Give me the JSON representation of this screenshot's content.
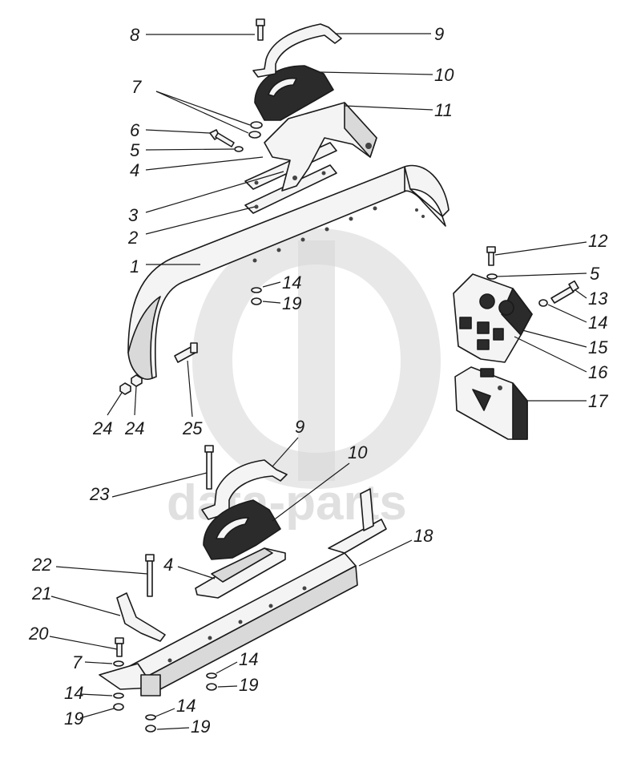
{
  "watermark": {
    "text": "data-parts"
  },
  "callouts": [
    {
      "id": "c8",
      "label": "8"
    },
    {
      "id": "c9a",
      "label": "9"
    },
    {
      "id": "c10a",
      "label": "10"
    },
    {
      "id": "c7a",
      "label": "7"
    },
    {
      "id": "c11",
      "label": "11"
    },
    {
      "id": "c6",
      "label": "6"
    },
    {
      "id": "c5a",
      "label": "5"
    },
    {
      "id": "c4a",
      "label": "4"
    },
    {
      "id": "c3",
      "label": "3"
    },
    {
      "id": "c2",
      "label": "2"
    },
    {
      "id": "c1",
      "label": "1"
    },
    {
      "id": "c14a",
      "label": "14"
    },
    {
      "id": "c19a",
      "label": "19"
    },
    {
      "id": "c12",
      "label": "12"
    },
    {
      "id": "c5b",
      "label": "5"
    },
    {
      "id": "c13",
      "label": "13"
    },
    {
      "id": "c14b",
      "label": "14"
    },
    {
      "id": "c15",
      "label": "15"
    },
    {
      "id": "c16",
      "label": "16"
    },
    {
      "id": "c17",
      "label": "17"
    },
    {
      "id": "c24a",
      "label": "24"
    },
    {
      "id": "c24b",
      "label": "24"
    },
    {
      "id": "c25",
      "label": "25"
    },
    {
      "id": "c9b",
      "label": "9"
    },
    {
      "id": "c10b",
      "label": "10"
    },
    {
      "id": "c23",
      "label": "23"
    },
    {
      "id": "c18",
      "label": "18"
    },
    {
      "id": "c22",
      "label": "22"
    },
    {
      "id": "c4b",
      "label": "4"
    },
    {
      "id": "c21",
      "label": "21"
    },
    {
      "id": "c20",
      "label": "20"
    },
    {
      "id": "c14c",
      "label": "14"
    },
    {
      "id": "c7b",
      "label": "7"
    },
    {
      "id": "c19b",
      "label": "19"
    },
    {
      "id": "c14d",
      "label": "14"
    },
    {
      "id": "c19c",
      "label": "19"
    },
    {
      "id": "c14e",
      "label": "14"
    },
    {
      "id": "c19d",
      "label": "19"
    }
  ]
}
